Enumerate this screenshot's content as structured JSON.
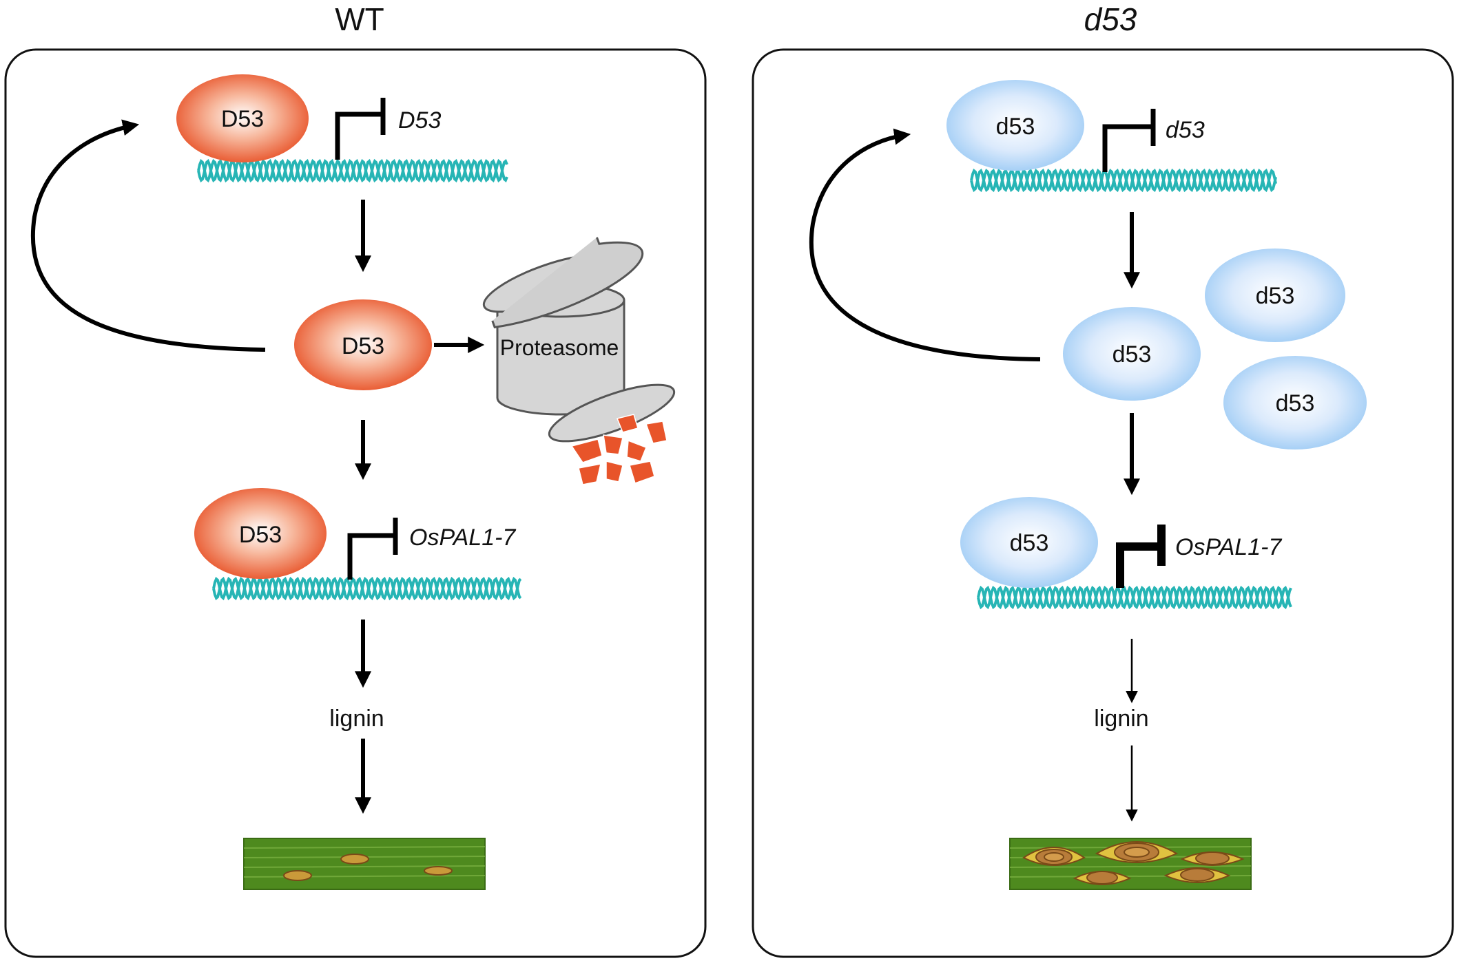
{
  "panels": {
    "wt": {
      "title": "WT",
      "protein_top": "D53",
      "gene_top": "D53",
      "protein_mid": "D53",
      "proteasome": "Proteasome",
      "protein_bottom": "D53",
      "gene_bottom": "OsPAL1-7",
      "product": "lignin"
    },
    "mutant": {
      "title": "d53",
      "protein_top": "d53",
      "gene_top": "d53",
      "protein_mid": "d53",
      "protein_extra_1": "d53",
      "protein_extra_2": "d53",
      "protein_bottom": "d53",
      "gene_bottom": "OsPAL1-7",
      "product": "lignin"
    }
  },
  "colors": {
    "wt_protein": "#e8542a",
    "mutant_protein": "#9fccf5",
    "dna_helix": "#27b5b5",
    "leaf_green": "#4e8a1e",
    "lesion": "#c99a3a",
    "proteasome_fill": "#d6d6d6"
  }
}
